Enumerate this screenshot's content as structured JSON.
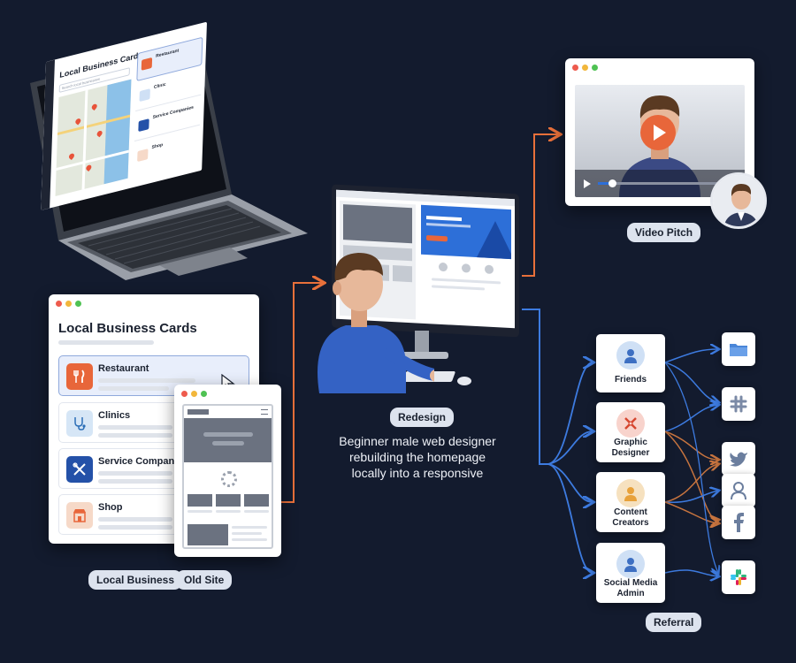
{
  "laptop": {
    "title": "Local Business Cards",
    "search_placeholder": "Search local businesses",
    "items": [
      "Restaurant",
      "Clinic",
      "Service Companies",
      "Shop"
    ]
  },
  "business_cards": {
    "title": "Local Business Cards",
    "items": [
      {
        "label": "Restaurant",
        "icon": "fork-knife-icon",
        "color": "#e8663a"
      },
      {
        "label": "Clinics",
        "icon": "stethoscope-icon",
        "color": "#2c6fb7"
      },
      {
        "label": "Service Company",
        "icon": "tools-icon",
        "color": "#2451a8"
      },
      {
        "label": "Shop",
        "icon": "storefront-icon",
        "color": "#e8663a"
      }
    ]
  },
  "labels": {
    "local_business": "Local Business",
    "old_site": "Old Site",
    "redesign": "Redesign",
    "video_pitch": "Video Pitch",
    "referral": "Referral"
  },
  "caption": "Beginner male web designer rebuilding the homepage locally into a responsive",
  "referral_nodes": [
    {
      "label": "Friends",
      "color": "#3d6fc2",
      "bg": "#cfe0f5"
    },
    {
      "label": "Graphic Designer",
      "color": "#d6452f",
      "bg": "#f8d3cc"
    },
    {
      "label": "Content Creators",
      "color": "#e8a13a",
      "bg": "#f6e1bf"
    },
    {
      "label": "Social Media Admin",
      "color": "#3d6fc2",
      "bg": "#cfe0f5"
    }
  ],
  "apps": [
    "folder-icon",
    "slack-icon",
    "twitter-icon",
    "person-icon",
    "facebook-icon",
    "slack-icon"
  ],
  "colors": {
    "background": "#131b2e",
    "orange_wire": "#e8703a",
    "blue_wire": "#3d7be0",
    "accent_orange": "#e8663a"
  }
}
